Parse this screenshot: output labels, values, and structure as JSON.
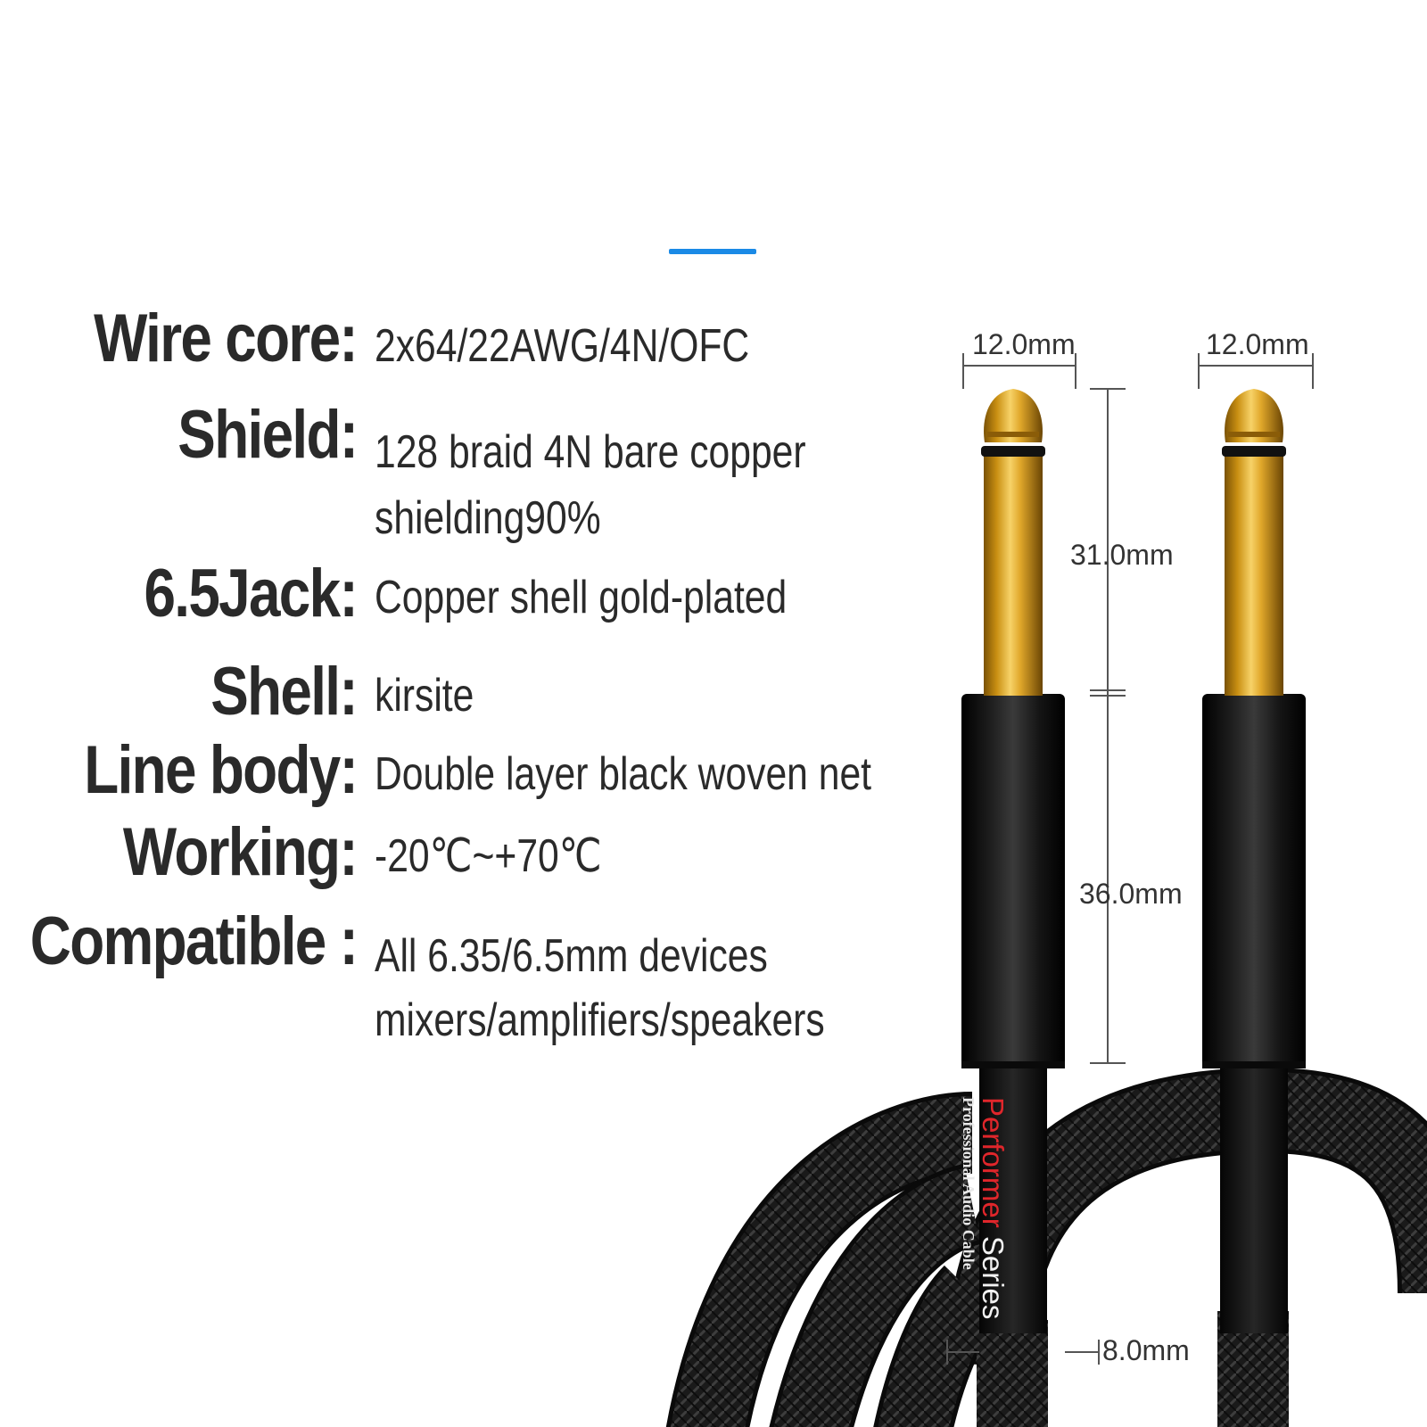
{
  "specs": [
    {
      "label": "Wire core:",
      "value_lines": [
        "2x64/22AWG/4N/OFC"
      ]
    },
    {
      "label": "Shield:",
      "value_lines": [
        "128 braid 4N bare copper",
        "shielding90%"
      ]
    },
    {
      "label": "6.5Jack:",
      "value_lines": [
        "Copper shell gold-plated"
      ]
    },
    {
      "label": "Shell:",
      "value_lines": [
        "kirsite"
      ]
    },
    {
      "label": "Line body:",
      "value_lines": [
        "Double layer black woven net"
      ]
    },
    {
      "label": "Working:",
      "value_lines": [
        "-20℃~+70℃"
      ]
    },
    {
      "label": "Compatible :",
      "value_lines": [
        "All 6.35/6.5mm devices",
        "mixers/amplifiers/speakers"
      ]
    }
  ],
  "dimensions": {
    "left_plug_width": "12.0mm",
    "right_plug_width": "12.0mm",
    "tip_length": "31.0mm",
    "barrel_length": "36.0mm",
    "cable_diameter": "8.0mm"
  },
  "brand": {
    "name_part1": "Performer",
    "name_part2": " Series",
    "tagline": "Professional Audio Cable"
  },
  "colors": {
    "accent": "#1a8ae6",
    "gold": "#d9a21c",
    "brand_red": "#e0262b",
    "text": "#2a2a2a"
  }
}
